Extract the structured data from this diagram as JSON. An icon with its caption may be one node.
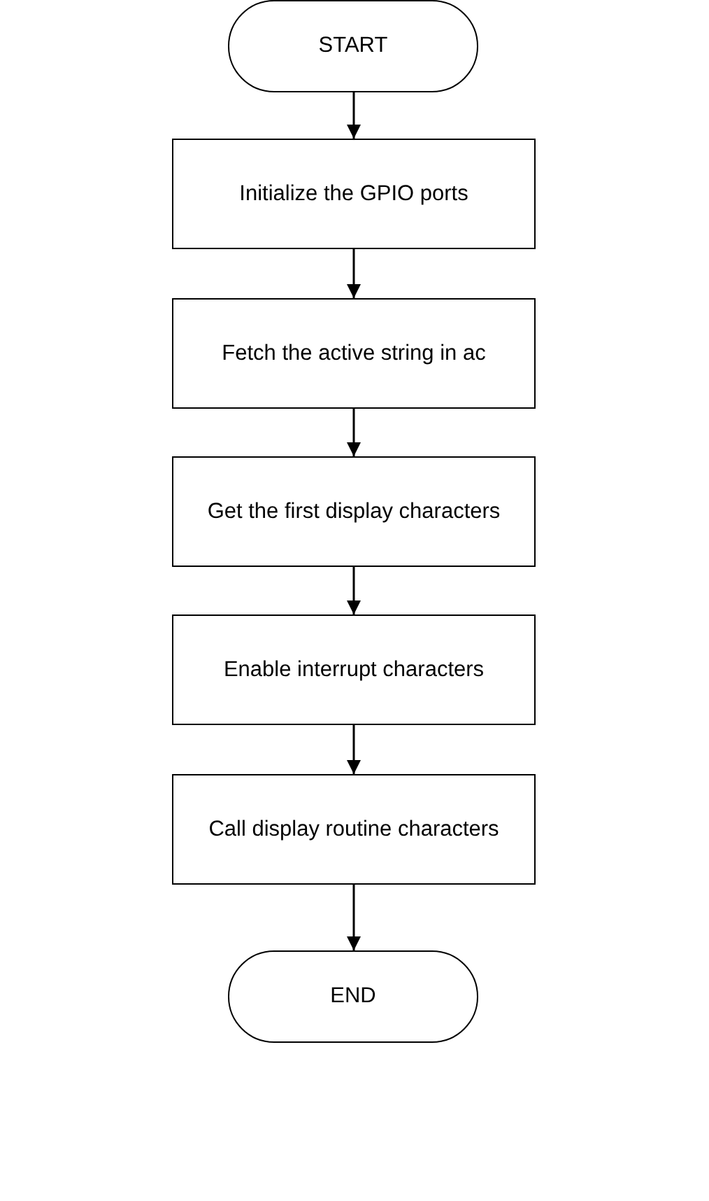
{
  "diagram": {
    "nodes": [
      {
        "text": [
          "START"
        ]
      },
      {
        "text": [
          "Initialize the GPIO ports"
        ]
      },
      {
        "text": [
          "Fetch the active string in ac"
        ]
      },
      {
        "text": [
          "Get the first display characters"
        ]
      },
      {
        "text": [
          "Enable interrupt characters"
        ]
      },
      {
        "text": [
          "Call display routine characters"
        ]
      },
      {
        "text": [
          "END"
        ]
      }
    ],
    "edges": [
      {
        "from": 0,
        "to": 1,
        "arrow": "to"
      },
      {
        "from": 1,
        "to": 2,
        "arrow": "to"
      },
      {
        "from": 2,
        "to": 3,
        "arrow": "to"
      },
      {
        "from": 3,
        "to": 4,
        "arrow": "to"
      },
      {
        "from": 4,
        "to": 5,
        "arrow": "to"
      },
      {
        "from": 5,
        "to": 6,
        "arrow": "to"
      }
    ]
  }
}
